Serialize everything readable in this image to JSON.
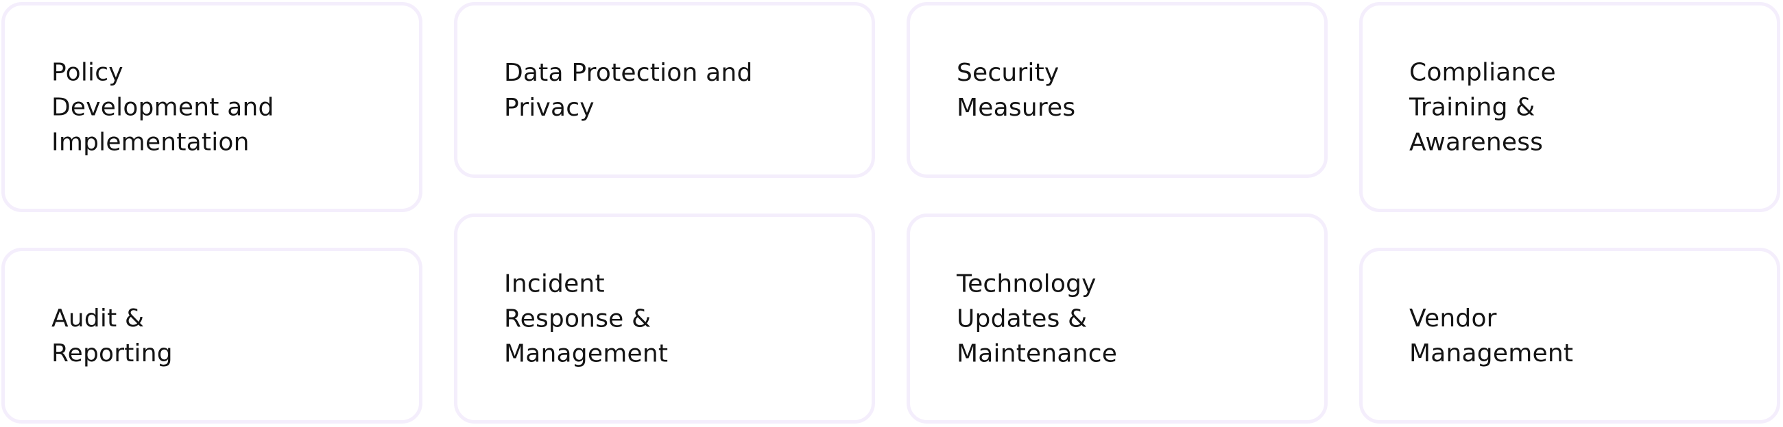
{
  "board": {
    "columns": [
      {
        "cards": [
          {
            "label": "Policy\nDevelopment and\nImplementation"
          },
          {
            "label": "Audit &\nReporting"
          }
        ]
      },
      {
        "cards": [
          {
            "label": "Data Protection and\nPrivacy"
          },
          {
            "label": "Incident\nResponse &\nManagement"
          }
        ]
      },
      {
        "cards": [
          {
            "label": "Security\nMeasures"
          },
          {
            "label": "Technology\nUpdates &\nMaintenance"
          }
        ]
      },
      {
        "cards": [
          {
            "label": "Compliance\nTraining &\nAwareness"
          },
          {
            "label": "Vendor\nManagement"
          }
        ]
      }
    ]
  },
  "colors": {
    "card_border": "#f4eefc",
    "card_background": "#ffffff",
    "text": "#141414"
  }
}
